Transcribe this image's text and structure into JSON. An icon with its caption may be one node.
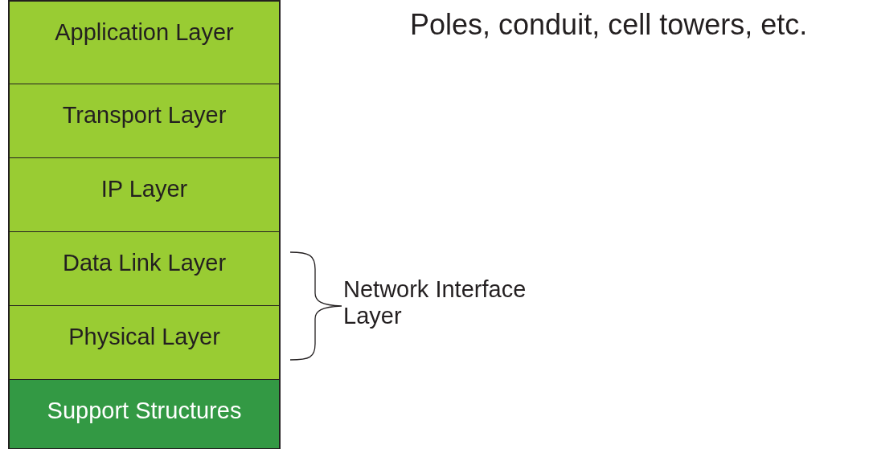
{
  "diagram": {
    "nodes": [
      {
        "text": [
          "Application Layer"
        ]
      },
      {
        "text": [
          "Transport Layer"
        ]
      },
      {
        "text": [
          "IP Layer"
        ]
      },
      {
        "text": [
          "Data Link Layer"
        ]
      },
      {
        "text": [
          "Physical Layer"
        ]
      },
      {
        "text": [
          "Support Structures"
        ]
      }
    ],
    "edges": [],
    "labels": [
      "Poles, conduit, cell towers, etc.",
      "Network Interface Layer"
    ]
  }
}
